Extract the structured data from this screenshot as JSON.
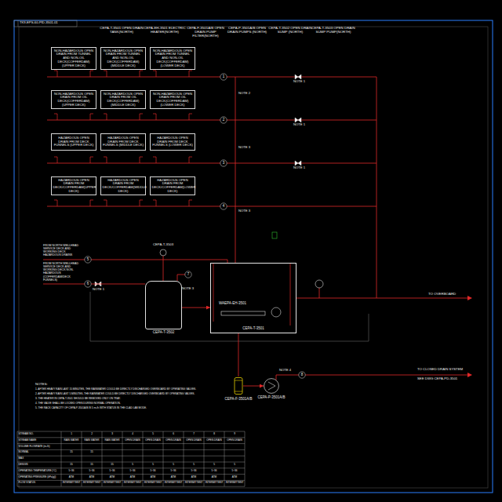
{
  "diagram": {
    "nodes": [
      {
        "text": [
          "NON-HAZARDOUS OPEN DRAIN FROM TUNNEL AND NON-OIL DECK(COFFERDAM)(UPPER DECK)"
        ]
      },
      {
        "text": [
          "NON-HAZARDOUS OPEN DRAIN FROM TUNNEL AND NON-OIL DECK(COFFERDAM)(MIDDLE DECK)"
        ]
      },
      {
        "text": [
          "NON-HAZARDOUS OPEN DRAIN FROM TUNNEL AND NON-OIL DECK(COFFERDAM)(LOWER DECK)"
        ]
      },
      {
        "text": [
          "NON-HAZARDOUS OPEN DRAIN FROM OIL DECK(COFFERDAM)(UPPER DECK)"
        ]
      },
      {
        "text": [
          "NON-HAZARDOUS OPEN DRAIN FROM OIL DECK(COFFERDAM)(MIDDLE DECK)"
        ]
      },
      {
        "text": [
          "NON-HAZARDOUS OPEN DRAIN FROM OIL DECK(COFFERDAM)(LOWER DECK)"
        ]
      },
      {
        "text": [
          "HAZARDOUS OPEN DRAIN FROM DECK FUNNELS (UPPER DECK)"
        ]
      },
      {
        "text": [
          "HAZARDOUS OPEN DRAIN FROM DECK FUNNELS (MIDDLE DECK)"
        ]
      },
      {
        "text": [
          "HAZARDOUS OPEN DRAIN FROM DECK FUNNELS (LOWER DECK)"
        ]
      },
      {
        "text": [
          "HAZARDOUS OPEN DRAIN FROM DECK/COFFERDAM(UPPER DECK)"
        ]
      },
      {
        "text": [
          "HAZARDOUS OPEN DRAIN FROM DECK/COFFERDAM(MIDDLE DECK)"
        ]
      },
      {
        "text": [
          "HAZARDOUS OPEN DRAIN FROM DECK/COFFERDAM(LOWER DECK)"
        ]
      },
      {
        "text": [
          "CEPA-T-3502"
        ]
      },
      {
        "text": [
          "WAEPA-EH-3501",
          "CEPA-T-3501"
        ]
      },
      {
        "text": [
          "CEPA-F-3501A/B"
        ]
      },
      {
        "text": [
          "CEPA-P-3501A/B"
        ]
      }
    ],
    "edges": [
      {
        "from": 12,
        "to": 13,
        "arrow": "to"
      },
      {
        "from": 13,
        "to": 14,
        "arrow": "none"
      },
      {
        "from": 14,
        "to": 15,
        "arrow": "to"
      }
    ],
    "labels": [
      "TK9-EPS-60-PID-3501-01",
      "CEPA-T-3501 OPEN DRAIN TANK(NORTH)",
      "CEPA-EH-3501 ELECTRIC HEATER(NORTH)",
      "CEPA-F-3501A/B OPEN DRAIN PUMP FILTER(NORTH)",
      "CEPA-P-3501A/B OPEN DRAIN PUMPS (NORTH)",
      "CEPA-T-3502 OPEN DRAIN SUMP (NORTH)",
      "CEPA-T-3503 OPEN DRAIN SUMP PUMP(NORTH)",
      "1",
      "2",
      "3",
      "4",
      "NOTE 1",
      "NOTE 1",
      "NOTE 1",
      "NOTE 2",
      "NOTE 3",
      "NOTE 3",
      "FROM NORTH WELLHEAD SERVICE DECK AND WORKING DECK HAZARDOUS DRAINS",
      "FROM NORTH WELLHEAD SERVICE DECK AND WORKING DECK NON-HAZARDOUS (COFFERDAM/DECK FUNNELS)",
      "5",
      "6",
      "NOTE 1",
      "CEPA-T-3503",
      "7",
      "NOTE 3",
      "TO OVERBOARD",
      "NOTE 4",
      "8",
      "TO CLOSED DRAIN SYSTEM",
      "SEE DWG CEPA-PD-3501",
      "NOTES:",
      "1. AFTER HEAVY RAIN LAST 15 MINUTES, THE RAINWATER COULD BE DIRECTLY DISCHARGED OVERBOARD BY OPERATING VALVES.",
      "2. AFTER HEAVY RAIN LAST 5 MINUTES, THE RAINWATER COULD BE DIRECTLY DISCHARGED OVERBOARD BY OPERATING VALVES.",
      "3. THE HEATER IN CEPA-T-3501 SHOULD BE REMOVED ONLY ON TRAY.",
      "4. THE VALVE SHALL BE LOCKED OPEN DURING NORMAL OPERATION.",
      "5. THE RACK CAPACITY OF CEPA-P-3501A/B IS 5 m³/h WITH STATUS IN THE CLAD LAB MODE.",
      "STREAM NO.",
      "1",
      "2",
      "3",
      "4",
      "5",
      "6",
      "7",
      "8",
      "9",
      "STREAM NAME",
      "RAIN WATER",
      "RAIN WATER",
      "RAIN WATER",
      "OPEN DRAIN",
      "OPEN DRAIN",
      "OPEN DRAIN",
      "OPEN DRAIN",
      "OPEN DRAIN",
      "OPEN DRAIN",
      "VOLUME FLOWRATE (m³/h)",
      "NORMAL",
      "15",
      "15",
      "MAX",
      "DESIGN",
      "15",
      "15",
      "15",
      "5",
      "5",
      "5",
      "5",
      "5",
      "5",
      "OPERATING TEMPERATURE (°C)",
      "5~36",
      "5~36",
      "5~36",
      "5~36",
      "5~36",
      "5~36",
      "5~36",
      "5~36",
      "5~36",
      "OPERATING PRESSURE (kPa(g))",
      "ATM",
      "ATM",
      "ATM",
      "ATM",
      "ATM",
      "ATM",
      "ATM",
      "ATM",
      "ATM",
      "FLOW STATUS",
      "INTERMITTENT",
      "INTERMITTENT",
      "INTERMITTENT",
      "INTERMITTENT",
      "INTERMITTENT",
      "INTERMITTENT",
      "INTERMITTENT",
      "INTERMITTENT",
      "INTERMITTENT"
    ]
  }
}
